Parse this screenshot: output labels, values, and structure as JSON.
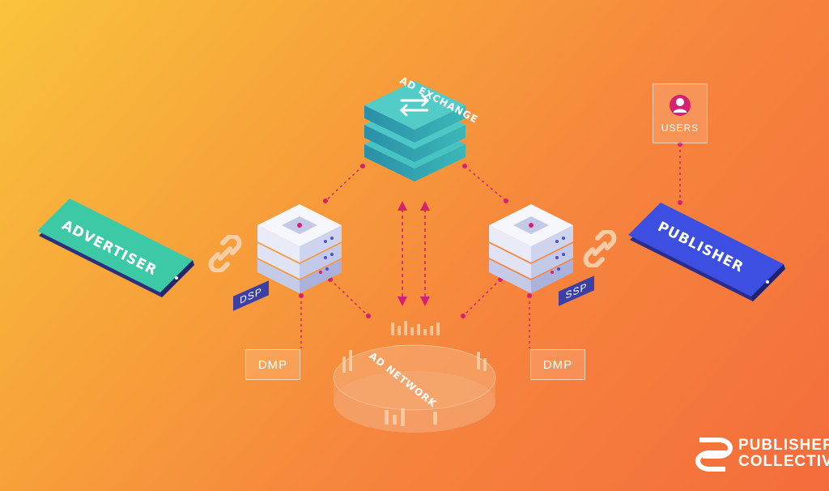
{
  "diagram": {
    "ad_exchange_label": "AD EXCHANGE",
    "advertiser_label": "ADVERTISER",
    "publisher_label": "PUBLISHER",
    "dsp_label": "DSP",
    "ssp_label": "SSP",
    "dmp_left_label": "DMP",
    "dmp_right_label": "DMP",
    "ad_network_label": "AD NETWORK",
    "users_label": "USERS"
  },
  "brand": {
    "line1": "PUBLISHER",
    "line2": "COLLECTIVE"
  },
  "colors": {
    "teal": "#3fb9b3",
    "advertiser_green": "#3dc9a6",
    "publisher_blue": "#3d4fe0",
    "connector_magenta": "#d6216e",
    "server_white": "#f2f4fb"
  }
}
